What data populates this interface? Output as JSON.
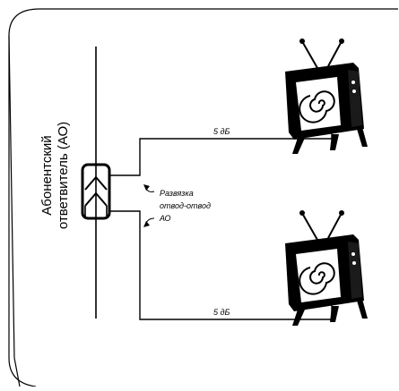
{
  "ao_label": {
    "line1": "Абонентский",
    "line2": "ответвитель (АО)"
  },
  "isolation_label": {
    "line1": "Развязка",
    "line2": "отвод-отвод",
    "line3": "АО"
  },
  "outputs": [
    {
      "attenuation": "5 дБ"
    },
    {
      "attenuation": "5 дБ"
    }
  ],
  "icons": {
    "tap": "subscriber-tap-icon",
    "tv_top": "retro-tv-icon",
    "tv_bottom": "retro-tv-icon"
  }
}
